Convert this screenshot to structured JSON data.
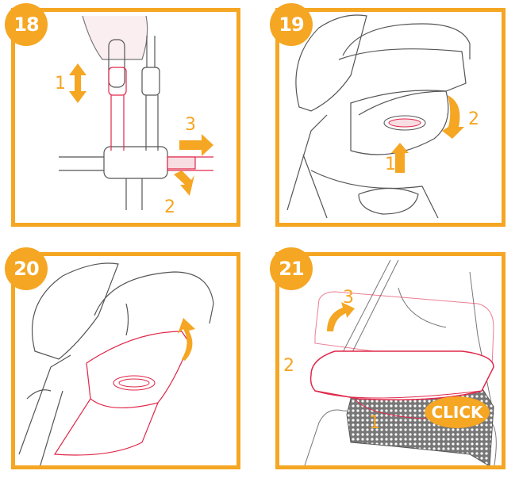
{
  "colors": {
    "accent": "#f5a623",
    "highlight": "#e0284a",
    "line": "#555555"
  },
  "panels": [
    {
      "step": "18",
      "labels": {
        "a": "1",
        "b": "3",
        "c": "2"
      },
      "description": "Adjust shoulder strap height and release crotch buckle"
    },
    {
      "step": "19",
      "labels": {
        "a": "1",
        "b": "2"
      },
      "description": "Lift and fold seat back cover"
    },
    {
      "step": "20",
      "labels": {},
      "description": "Flip seat back panel upward"
    },
    {
      "step": "21",
      "labels": {
        "a": "1",
        "b": "2",
        "c": "3"
      },
      "click_text": "CLICK",
      "description": "Attach front bumper bar tray until click"
    }
  ]
}
